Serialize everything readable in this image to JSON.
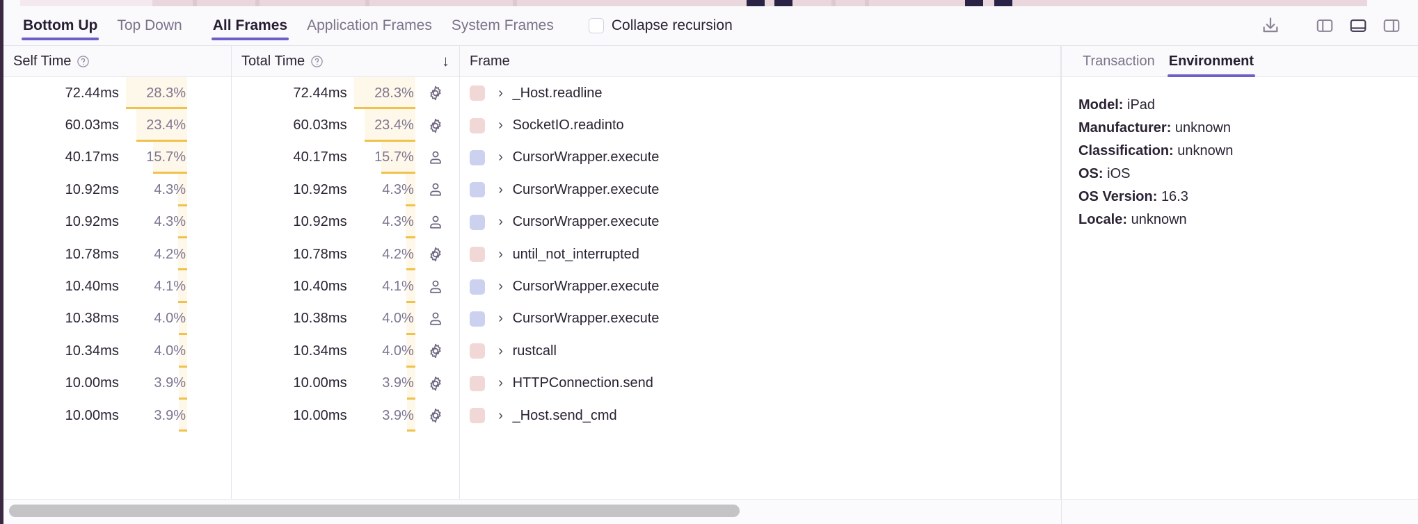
{
  "theme": {
    "accent": "#6c5fc7",
    "bar_fill": "#fdf8e9",
    "bar_line": "#f0c24b",
    "system_frame_color": "#f2d7d7",
    "app_frame_color": "#ccd1f0",
    "text": "#2b2233",
    "muted": "#7d7490",
    "flame_strip_color": "#ead7dd"
  },
  "toolbar": {
    "tabs": [
      {
        "label": "Bottom Up",
        "active": true
      },
      {
        "label": "Top Down",
        "active": false
      }
    ],
    "frame_tabs": [
      {
        "label": "All Frames",
        "active": true
      },
      {
        "label": "Application Frames",
        "active": false
      },
      {
        "label": "System Frames",
        "active": false
      }
    ],
    "collapse_recursion": {
      "label": "Collapse recursion",
      "checked": false
    },
    "icons": [
      {
        "name": "download-icon",
        "title": "Export"
      },
      {
        "name": "panel-left-icon",
        "title": "Left panel layout",
        "active": false
      },
      {
        "name": "panel-bottom-icon",
        "title": "Bottom panel layout",
        "active": true
      },
      {
        "name": "panel-right-icon",
        "title": "Right panel layout",
        "active": false
      }
    ]
  },
  "table": {
    "columns": [
      {
        "key": "self_time",
        "label": "Self Time",
        "has_help": true,
        "sorted": false
      },
      {
        "key": "total_time",
        "label": "Total Time",
        "has_help": true,
        "sorted": true,
        "sort_dir": "desc",
        "sort_glyph": "↓"
      },
      {
        "key": "frame",
        "label": "Frame",
        "has_help": false,
        "sorted": false
      }
    ],
    "rows": [
      {
        "self_time": "72.44ms",
        "self_pct": "28.3%",
        "self_pct_value": 28.3,
        "total_time": "72.44ms",
        "total_pct": "28.3%",
        "total_pct_value": 28.3,
        "frame_kind": "system",
        "frame_kind_icon": "gear-icon",
        "frame": "_Host.readline"
      },
      {
        "self_time": "60.03ms",
        "self_pct": "23.4%",
        "self_pct_value": 23.4,
        "total_time": "60.03ms",
        "total_pct": "23.4%",
        "total_pct_value": 23.4,
        "frame_kind": "system",
        "frame_kind_icon": "gear-icon",
        "frame": "SocketIO.readinto"
      },
      {
        "self_time": "40.17ms",
        "self_pct": "15.7%",
        "self_pct_value": 15.7,
        "total_time": "40.17ms",
        "total_pct": "15.7%",
        "total_pct_value": 15.7,
        "frame_kind": "application",
        "frame_kind_icon": "person-icon",
        "frame": "CursorWrapper.execute"
      },
      {
        "self_time": "10.92ms",
        "self_pct": "4.3%",
        "self_pct_value": 4.3,
        "total_time": "10.92ms",
        "total_pct": "4.3%",
        "total_pct_value": 4.3,
        "frame_kind": "application",
        "frame_kind_icon": "person-icon",
        "frame": "CursorWrapper.execute"
      },
      {
        "self_time": "10.92ms",
        "self_pct": "4.3%",
        "self_pct_value": 4.3,
        "total_time": "10.92ms",
        "total_pct": "4.3%",
        "total_pct_value": 4.3,
        "frame_kind": "application",
        "frame_kind_icon": "person-icon",
        "frame": "CursorWrapper.execute"
      },
      {
        "self_time": "10.78ms",
        "self_pct": "4.2%",
        "self_pct_value": 4.2,
        "total_time": "10.78ms",
        "total_pct": "4.2%",
        "total_pct_value": 4.2,
        "frame_kind": "system",
        "frame_kind_icon": "gear-icon",
        "frame": "until_not_interrupted"
      },
      {
        "self_time": "10.40ms",
        "self_pct": "4.1%",
        "self_pct_value": 4.1,
        "total_time": "10.40ms",
        "total_pct": "4.1%",
        "total_pct_value": 4.1,
        "frame_kind": "application",
        "frame_kind_icon": "person-icon",
        "frame": "CursorWrapper.execute"
      },
      {
        "self_time": "10.38ms",
        "self_pct": "4.0%",
        "self_pct_value": 4.0,
        "total_time": "10.38ms",
        "total_pct": "4.0%",
        "total_pct_value": 4.0,
        "frame_kind": "application",
        "frame_kind_icon": "person-icon",
        "frame": "CursorWrapper.execute"
      },
      {
        "self_time": "10.34ms",
        "self_pct": "4.0%",
        "self_pct_value": 4.0,
        "total_time": "10.34ms",
        "total_pct": "4.0%",
        "total_pct_value": 4.0,
        "frame_kind": "system",
        "frame_kind_icon": "gear-icon",
        "frame": "rustcall"
      },
      {
        "self_time": "10.00ms",
        "self_pct": "3.9%",
        "self_pct_value": 3.9,
        "total_time": "10.00ms",
        "total_pct": "3.9%",
        "total_pct_value": 3.9,
        "frame_kind": "system",
        "frame_kind_icon": "gear-icon",
        "frame": "HTTPConnection.send"
      },
      {
        "self_time": "10.00ms",
        "self_pct": "3.9%",
        "self_pct_value": 3.9,
        "total_time": "10.00ms",
        "total_pct": "3.9%",
        "total_pct_value": 3.9,
        "frame_kind": "system",
        "frame_kind_icon": "gear-icon",
        "frame": "_Host.send_cmd"
      }
    ]
  },
  "detail": {
    "tabs": [
      {
        "label": "Transaction",
        "active": false
      },
      {
        "label": "Environment",
        "active": true
      }
    ],
    "environment": [
      {
        "key": "Model:",
        "value": "iPad"
      },
      {
        "key": "Manufacturer:",
        "value": "unknown"
      },
      {
        "key": "Classification:",
        "value": "unknown"
      },
      {
        "key": "OS:",
        "value": "iOS"
      },
      {
        "key": "OS Version:",
        "value": "16.3"
      },
      {
        "key": "Locale:",
        "value": "unknown"
      }
    ]
  },
  "scrollbar": {
    "orientation": "horizontal",
    "thumb_fraction": 0.69
  }
}
